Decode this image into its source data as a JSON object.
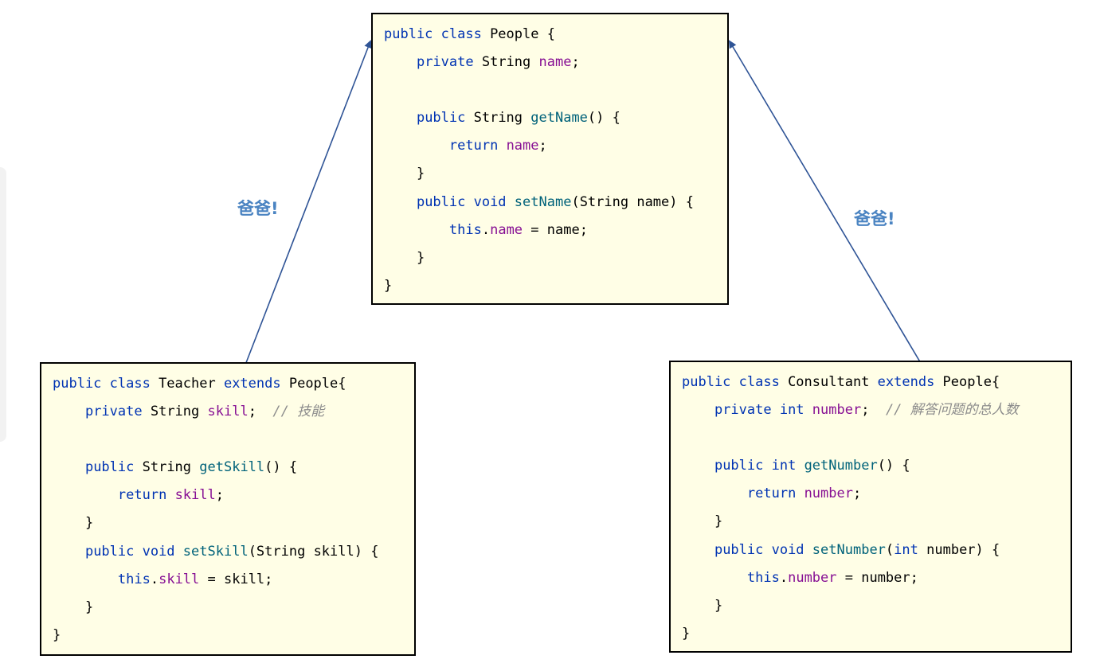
{
  "colors": {
    "box_background": "#fffee6",
    "keyword": "#0033b3",
    "field": "#871094",
    "method": "#00627a",
    "comment": "#8c8c8c",
    "arrow": "#2f5496",
    "label": "#4b84c2"
  },
  "labels": {
    "left": "爸爸!",
    "right": "爸爸!"
  },
  "boxes": [
    {
      "id": "people",
      "lines": [
        [
          {
            "t": "public class",
            "c": "kw"
          },
          {
            "t": " People {",
            "c": "plain"
          }
        ],
        [
          {
            "t": "    ",
            "c": "plain"
          },
          {
            "t": "private",
            "c": "kw"
          },
          {
            "t": " String ",
            "c": "plain"
          },
          {
            "t": "name",
            "c": "field"
          },
          {
            "t": ";",
            "c": "plain"
          }
        ],
        [],
        [
          {
            "t": "    ",
            "c": "plain"
          },
          {
            "t": "public",
            "c": "kw"
          },
          {
            "t": " String ",
            "c": "plain"
          },
          {
            "t": "getName",
            "c": "method"
          },
          {
            "t": "() {",
            "c": "plain"
          }
        ],
        [
          {
            "t": "        ",
            "c": "plain"
          },
          {
            "t": "return",
            "c": "kw"
          },
          {
            "t": " ",
            "c": "plain"
          },
          {
            "t": "name",
            "c": "field"
          },
          {
            "t": ";",
            "c": "plain"
          }
        ],
        [
          {
            "t": "    }",
            "c": "plain"
          }
        ],
        [
          {
            "t": "    ",
            "c": "plain"
          },
          {
            "t": "public void",
            "c": "kw"
          },
          {
            "t": " ",
            "c": "plain"
          },
          {
            "t": "setName",
            "c": "method"
          },
          {
            "t": "(String name) {",
            "c": "plain"
          }
        ],
        [
          {
            "t": "        ",
            "c": "plain"
          },
          {
            "t": "this",
            "c": "kw"
          },
          {
            "t": ".",
            "c": "plain"
          },
          {
            "t": "name",
            "c": "field"
          },
          {
            "t": " = name;",
            "c": "plain"
          }
        ],
        [
          {
            "t": "    }",
            "c": "plain"
          }
        ],
        [
          {
            "t": "}",
            "c": "plain"
          }
        ]
      ]
    },
    {
      "id": "teacher",
      "lines": [
        [
          {
            "t": "public class",
            "c": "kw"
          },
          {
            "t": " Teacher ",
            "c": "plain"
          },
          {
            "t": "extends",
            "c": "kw"
          },
          {
            "t": " People{",
            "c": "plain"
          }
        ],
        [
          {
            "t": "    ",
            "c": "plain"
          },
          {
            "t": "private",
            "c": "kw"
          },
          {
            "t": " String ",
            "c": "plain"
          },
          {
            "t": "skill",
            "c": "field"
          },
          {
            "t": ";  ",
            "c": "plain"
          },
          {
            "t": "// 技能",
            "c": "comment"
          }
        ],
        [],
        [
          {
            "t": "    ",
            "c": "plain"
          },
          {
            "t": "public",
            "c": "kw"
          },
          {
            "t": " String ",
            "c": "plain"
          },
          {
            "t": "getSkill",
            "c": "method"
          },
          {
            "t": "() {",
            "c": "plain"
          }
        ],
        [
          {
            "t": "        ",
            "c": "plain"
          },
          {
            "t": "return",
            "c": "kw"
          },
          {
            "t": " ",
            "c": "plain"
          },
          {
            "t": "skill",
            "c": "field"
          },
          {
            "t": ";",
            "c": "plain"
          }
        ],
        [
          {
            "t": "    }",
            "c": "plain"
          }
        ],
        [
          {
            "t": "    ",
            "c": "plain"
          },
          {
            "t": "public void",
            "c": "kw"
          },
          {
            "t": " ",
            "c": "plain"
          },
          {
            "t": "setSkill",
            "c": "method"
          },
          {
            "t": "(String skill) {",
            "c": "plain"
          }
        ],
        [
          {
            "t": "        ",
            "c": "plain"
          },
          {
            "t": "this",
            "c": "kw"
          },
          {
            "t": ".",
            "c": "plain"
          },
          {
            "t": "skill",
            "c": "field"
          },
          {
            "t": " = skill;",
            "c": "plain"
          }
        ],
        [
          {
            "t": "    }",
            "c": "plain"
          }
        ],
        [
          {
            "t": "}",
            "c": "plain"
          }
        ]
      ]
    },
    {
      "id": "consultant",
      "lines": [
        [
          {
            "t": "public class",
            "c": "kw"
          },
          {
            "t": " Consultant ",
            "c": "plain"
          },
          {
            "t": "extends",
            "c": "kw"
          },
          {
            "t": " People{",
            "c": "plain"
          }
        ],
        [
          {
            "t": "    ",
            "c": "plain"
          },
          {
            "t": "private int",
            "c": "kw"
          },
          {
            "t": " ",
            "c": "plain"
          },
          {
            "t": "number",
            "c": "field"
          },
          {
            "t": ";  ",
            "c": "plain"
          },
          {
            "t": "// 解答问题的总人数",
            "c": "comment"
          }
        ],
        [],
        [
          {
            "t": "    ",
            "c": "plain"
          },
          {
            "t": "public int",
            "c": "kw"
          },
          {
            "t": " ",
            "c": "plain"
          },
          {
            "t": "getNumber",
            "c": "method"
          },
          {
            "t": "() {",
            "c": "plain"
          }
        ],
        [
          {
            "t": "        ",
            "c": "plain"
          },
          {
            "t": "return",
            "c": "kw"
          },
          {
            "t": " ",
            "c": "plain"
          },
          {
            "t": "number",
            "c": "field"
          },
          {
            "t": ";",
            "c": "plain"
          }
        ],
        [
          {
            "t": "    }",
            "c": "plain"
          }
        ],
        [
          {
            "t": "    ",
            "c": "plain"
          },
          {
            "t": "public void",
            "c": "kw"
          },
          {
            "t": " ",
            "c": "plain"
          },
          {
            "t": "setNumber",
            "c": "method"
          },
          {
            "t": "(",
            "c": "plain"
          },
          {
            "t": "int",
            "c": "kw"
          },
          {
            "t": " number) {",
            "c": "plain"
          }
        ],
        [
          {
            "t": "        ",
            "c": "plain"
          },
          {
            "t": "this",
            "c": "kw"
          },
          {
            "t": ".",
            "c": "plain"
          },
          {
            "t": "number",
            "c": "field"
          },
          {
            "t": " = number;",
            "c": "plain"
          }
        ],
        [
          {
            "t": "    }",
            "c": "plain"
          }
        ],
        [
          {
            "t": "}",
            "c": "plain"
          }
        ]
      ]
    }
  ]
}
